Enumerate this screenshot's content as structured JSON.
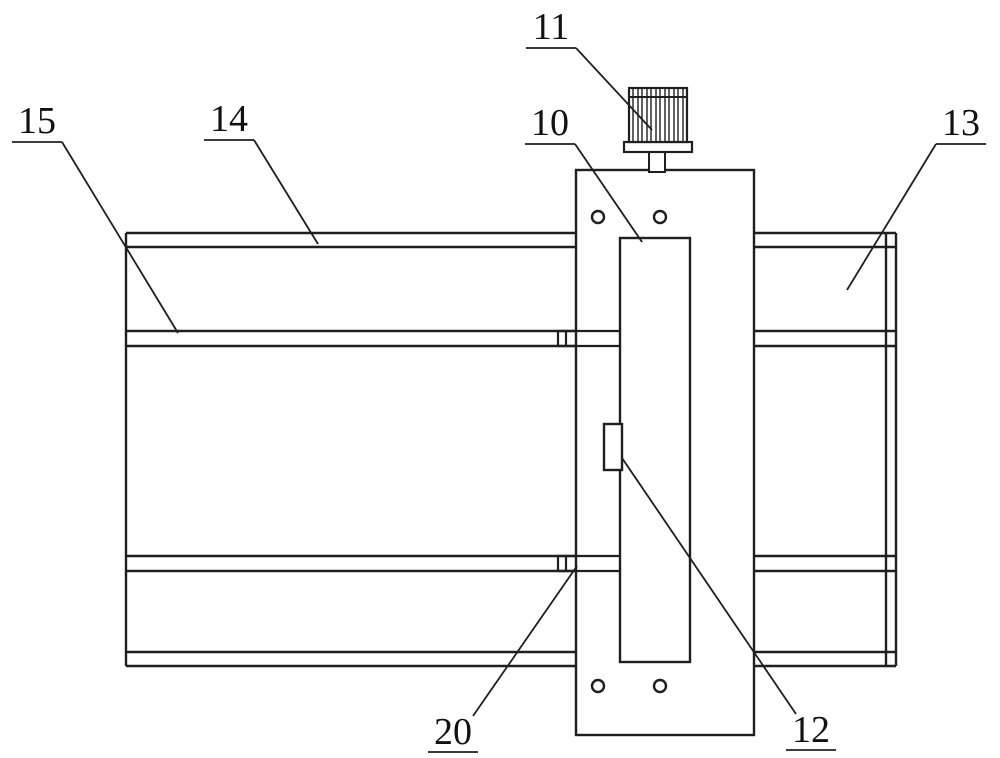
{
  "figure": {
    "background": "#ffffff",
    "line_color": "#1f1f1f",
    "label_color": "#111111"
  },
  "labels": {
    "part_10": "10",
    "part_11": "11",
    "part_12": "12",
    "part_13": "13",
    "part_14": "14",
    "part_15": "15",
    "part_20": "20"
  }
}
